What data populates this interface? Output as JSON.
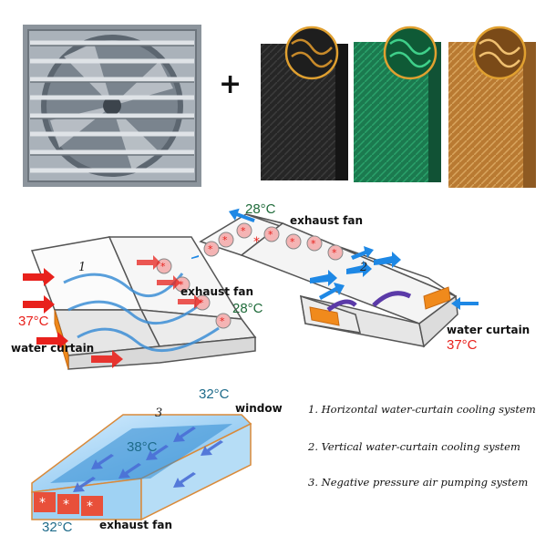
{
  "plus_sign": "+",
  "diagram1": {
    "number": "1",
    "fan_label": "exhaust fan",
    "curtain_label": "water curtain",
    "temp_in": "37°C",
    "temp_out": "28°C"
  },
  "diagram2": {
    "number": "2",
    "fan_label": "exhaust fan",
    "curtain_label": "water curtain",
    "temp_in": "37°C",
    "temp_out": "28°C"
  },
  "diagram3": {
    "number": "3",
    "window_label": "window",
    "fan_label": "exhaust fan",
    "temp_top": "32°C",
    "temp_mid": "38°C",
    "temp_bottom": "32°C"
  },
  "legend": [
    "1. Horizontal  water-curtain cooling system",
    "2. Vertical water-curtain cooling system",
    "3. Negative pressure air pumping system"
  ],
  "colors": {
    "inflow_arrow": "#e8211c",
    "cool_arrow": "#1e88e5",
    "curtain": "#f08a1c",
    "pad_black": "#2a2a2a",
    "pad_green": "#1f8a5a",
    "pad_brown": "#c9893a"
  }
}
